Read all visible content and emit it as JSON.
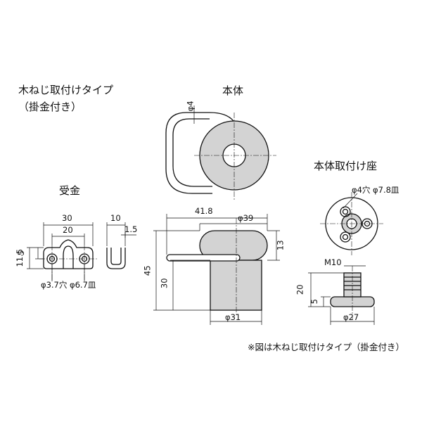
{
  "titles": {
    "type": "木ねじ取付けタイプ",
    "type_sub": "（掛金付き）",
    "body": "本体",
    "receiver": "受金",
    "mount": "本体取付け座"
  },
  "note": "※図は木ねじ取付けタイプ（掛金付き）",
  "receiver_dims": {
    "w30": "30",
    "w20": "20",
    "h11_5": "11.5",
    "h5": "5",
    "side10": "10",
    "side1_5": "1.5",
    "holes": "φ3.7穴 φ6.7皿"
  },
  "body_dims": {
    "wire": "φ4",
    "w41_8": "41.8",
    "d39": "φ39",
    "h13": "13",
    "h45": "45",
    "h30": "30",
    "d31": "φ31"
  },
  "mount_dims": {
    "holes": "φ4穴 φ7.8皿",
    "thread": "M10",
    "h20": "20",
    "h5": "5",
    "d27": "φ27"
  }
}
